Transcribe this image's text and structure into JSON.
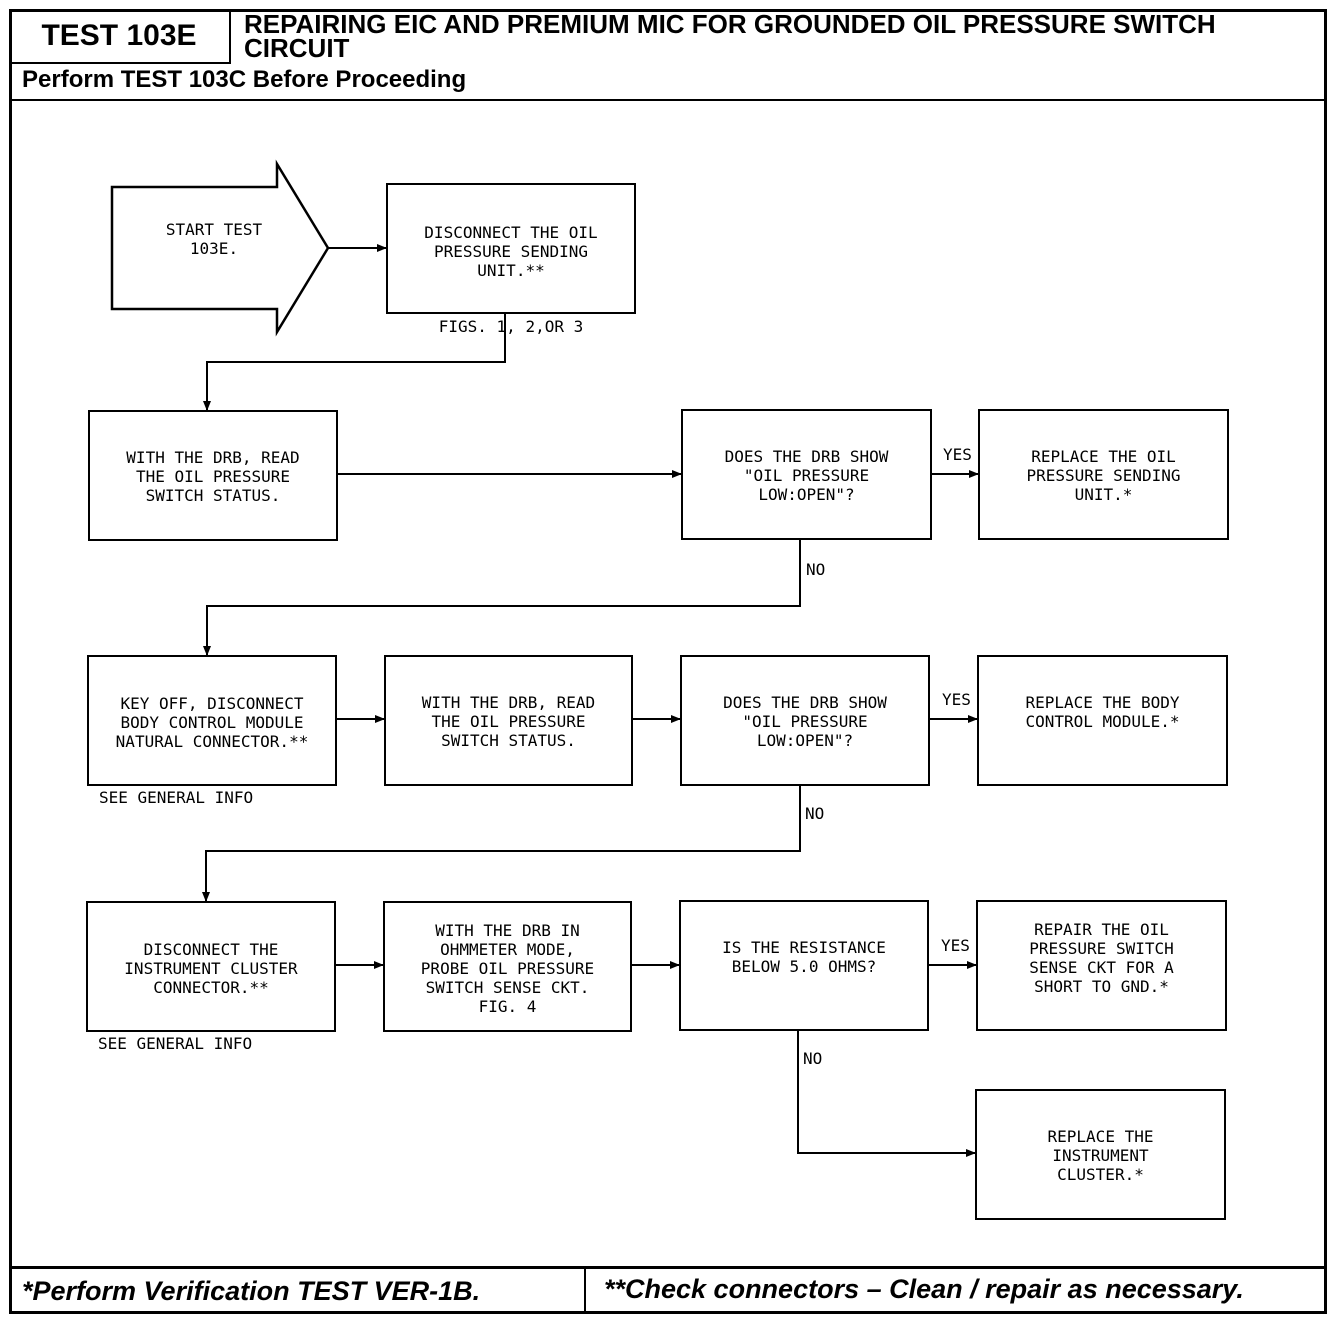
{
  "header": {
    "test_id": "TEST 103E",
    "title": "REPAIRING EIC AND PREMIUM MIC FOR GROUNDED OIL PRESSURE SWITCH CIRCUIT",
    "subtitle": "Perform TEST 103C Before Proceeding"
  },
  "footer": {
    "left": "*Perform Verification TEST VER-1B.",
    "right": "**Check connectors – Clean / repair as necessary."
  },
  "nodes": {
    "start": "START TEST\n103E.",
    "disconnect_sender": "DISCONNECT THE OIL\nPRESSURE SENDING\nUNIT.**",
    "disconnect_sender_ref": "FIGS. 1, 2,OR 3",
    "read_status_1": "WITH THE DRB, READ\nTHE OIL PRESSURE\nSWITCH STATUS.",
    "decision_1": "DOES THE DRB SHOW\n\"OIL PRESSURE\nLOW:OPEN\"?",
    "replace_sender": "REPLACE THE OIL\nPRESSURE SENDING\nUNIT.*",
    "disconnect_bcm": "KEY OFF, DISCONNECT\nBODY CONTROL MODULE\nNATURAL CONNECTOR.**",
    "disconnect_bcm_ref": "SEE GENERAL INFO",
    "read_status_2": "WITH THE DRB, READ\nTHE OIL PRESSURE\nSWITCH STATUS.",
    "decision_2": "DOES THE DRB SHOW\n\"OIL PRESSURE\nLOW:OPEN\"?",
    "replace_bcm": "REPLACE THE BODY\nCONTROL MODULE.*",
    "disconnect_cluster": "DISCONNECT THE\nINSTRUMENT CLUSTER\nCONNECTOR.**",
    "disconnect_cluster_ref": "SEE GENERAL INFO",
    "ohmmeter": "WITH THE DRB IN\nOHMMETER MODE,\nPROBE OIL PRESSURE\nSWITCH SENSE CKT.\nFIG. 4",
    "decision_3": "IS THE RESISTANCE\nBELOW 5.0 OHMS?",
    "repair_short": "REPAIR THE OIL\nPRESSURE SWITCH\nSENSE CKT FOR A\nSHORT TO GND.*",
    "replace_cluster": "REPLACE THE\nINSTRUMENT\nCLUSTER.*"
  },
  "labels": {
    "yes": "YES",
    "no": "NO"
  }
}
